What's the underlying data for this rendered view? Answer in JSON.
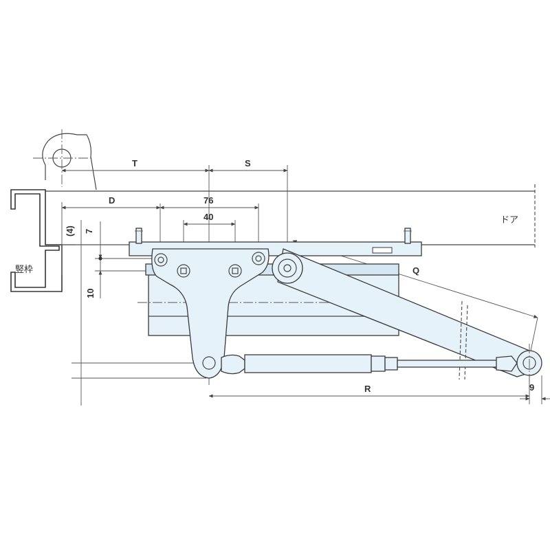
{
  "diagram": {
    "labels": {
      "door": "ドア",
      "frame": "竪枠"
    },
    "dimensions": {
      "T": "T",
      "S": "S",
      "D": "D",
      "d76": "76",
      "d40": "40",
      "d4": "(4)",
      "d7": "7",
      "d10": "10",
      "Q": "Q",
      "R": "R",
      "d9": "9"
    },
    "colors": {
      "part_fill": "#e6f2f9",
      "outline": "#3a3a3a"
    }
  }
}
